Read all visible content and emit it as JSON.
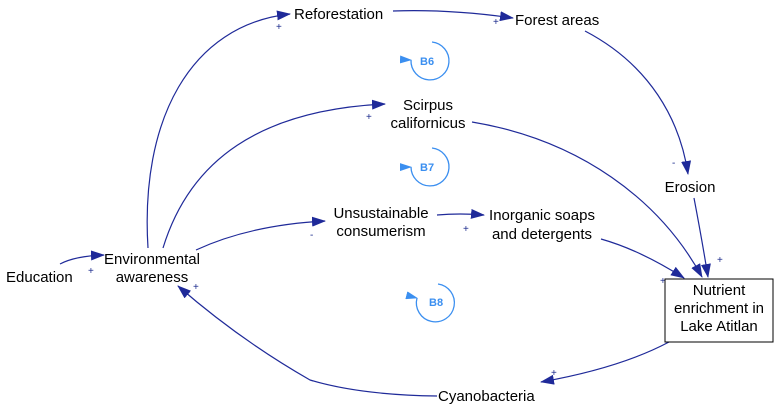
{
  "diagram": {
    "type": "causal-loop-diagram",
    "colors": {
      "link": "#1f2a99",
      "loop_marker": "#3b8ff0",
      "text": "#000000"
    },
    "nodes": {
      "education": {
        "lines": [
          "Education"
        ]
      },
      "environmental_awareness": {
        "lines": [
          "Environmental",
          "awareness"
        ]
      },
      "reforestation": {
        "lines": [
          "Reforestation"
        ]
      },
      "forest_areas": {
        "lines": [
          "Forest areas"
        ]
      },
      "scirpus": {
        "lines": [
          "Scirpus",
          "californicus"
        ]
      },
      "unsustainable": {
        "lines": [
          "Unsustainable",
          "consumerism"
        ]
      },
      "inorganic": {
        "lines": [
          "Inorganic soaps",
          "and detergents"
        ]
      },
      "erosion": {
        "lines": [
          "Erosion"
        ]
      },
      "nutrient": {
        "lines": [
          "Nutrient",
          "enrichment in",
          "Lake Atitlan"
        ],
        "boxed": true
      },
      "cyanobacteria": {
        "lines": [
          "Cyanobacteria"
        ]
      }
    },
    "links": [
      {
        "from": "education",
        "to": "environmental_awareness",
        "polarity": "+"
      },
      {
        "from": "environmental_awareness",
        "to": "reforestation",
        "polarity": "+"
      },
      {
        "from": "reforestation",
        "to": "forest_areas",
        "polarity": "+"
      },
      {
        "from": "forest_areas",
        "to": "erosion",
        "polarity": "-"
      },
      {
        "from": "environmental_awareness",
        "to": "scirpus",
        "polarity": "+"
      },
      {
        "from": "scirpus",
        "to": "nutrient",
        "polarity": ""
      },
      {
        "from": "environmental_awareness",
        "to": "unsustainable",
        "polarity": "-"
      },
      {
        "from": "unsustainable",
        "to": "inorganic",
        "polarity": "+"
      },
      {
        "from": "inorganic",
        "to": "nutrient",
        "polarity": "+"
      },
      {
        "from": "erosion",
        "to": "nutrient",
        "polarity": "+"
      },
      {
        "from": "nutrient",
        "to": "cyanobacteria",
        "polarity": "+"
      },
      {
        "from": "cyanobacteria",
        "to": "environmental_awareness",
        "polarity": "+"
      }
    ],
    "loops": [
      {
        "id": "B6",
        "label": "B6",
        "type": "balancing"
      },
      {
        "id": "B7",
        "label": "B7",
        "type": "balancing"
      },
      {
        "id": "B8",
        "label": "B8",
        "type": "balancing"
      }
    ]
  }
}
